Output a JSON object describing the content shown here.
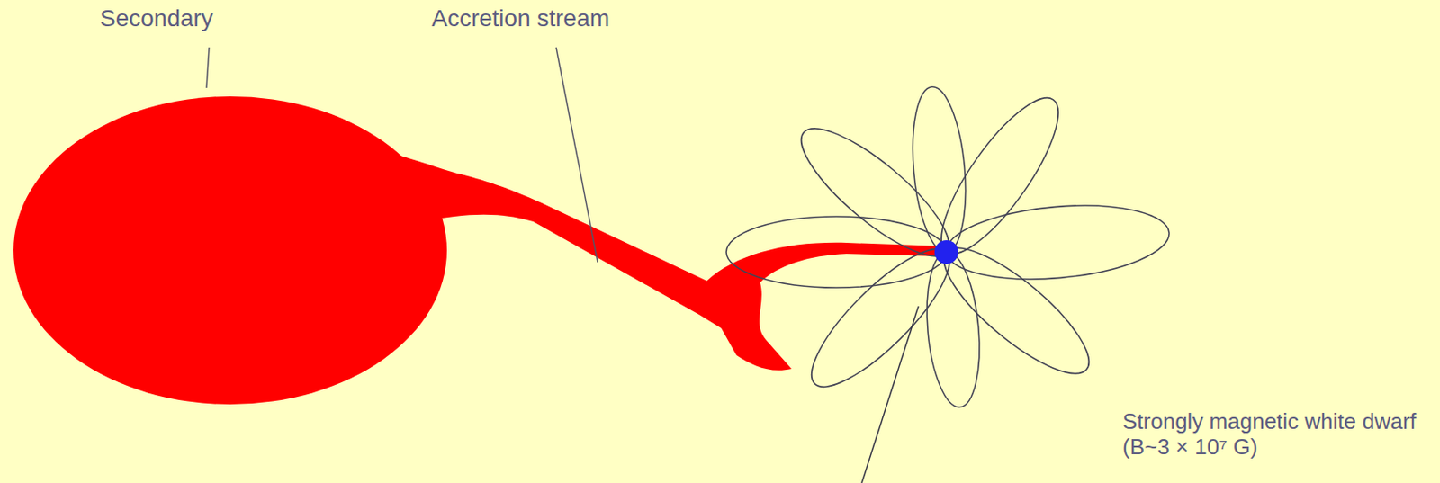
{
  "diagram": {
    "labels": [
      "Secondary",
      "Accretion stream",
      "Strongly magnetic white dwarf (B~3 × 10⁷ G)"
    ]
  }
}
